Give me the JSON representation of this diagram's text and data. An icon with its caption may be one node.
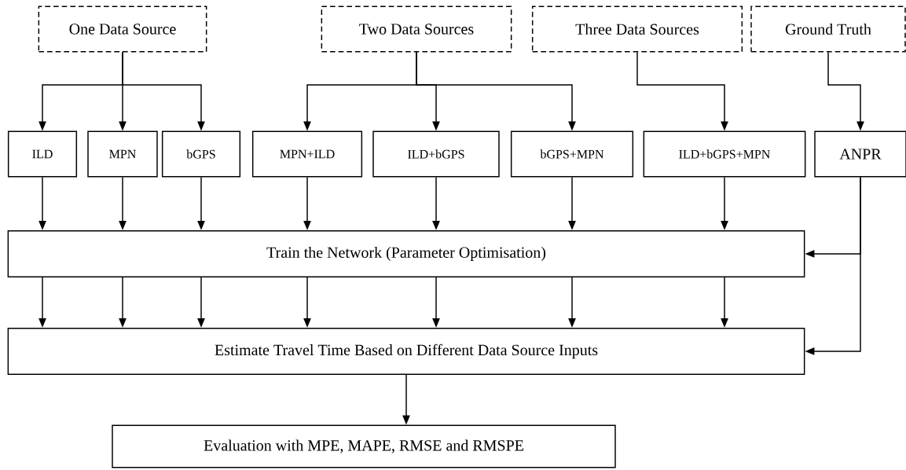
{
  "diagram": {
    "nodes": [
      {
        "text": [
          "One Data Source"
        ]
      },
      {
        "text": [
          "Two Data Sources"
        ]
      },
      {
        "text": [
          "Three Data Sources"
        ]
      },
      {
        "text": [
          "Ground Truth"
        ]
      },
      {
        "text": [
          "ILD"
        ]
      },
      {
        "text": [
          "MPN"
        ]
      },
      {
        "text": [
          "bGPS"
        ]
      },
      {
        "text": [
          "MPN+ILD"
        ]
      },
      {
        "text": [
          "ILD+bGPS"
        ]
      },
      {
        "text": [
          "bGPS+MPN"
        ]
      },
      {
        "text": [
          "ILD+bGPS+MPN"
        ]
      },
      {
        "text": [
          "ANPR"
        ]
      },
      {
        "text": [
          "Train the Network (Parameter Optimisation)"
        ]
      },
      {
        "text": [
          "Estimate Travel Time Based on Different Data Source Inputs"
        ]
      },
      {
        "text": [
          "Evaluation with MPE, MAPE, RMSE and RMSPE"
        ]
      }
    ],
    "edges": [
      {
        "from": 0,
        "to": 4,
        "arrow": "to"
      },
      {
        "from": 0,
        "to": 5,
        "arrow": "to"
      },
      {
        "from": 0,
        "to": 6,
        "arrow": "to"
      },
      {
        "from": 1,
        "to": 7,
        "arrow": "to"
      },
      {
        "from": 1,
        "to": 8,
        "arrow": "to"
      },
      {
        "from": 1,
        "to": 9,
        "arrow": "to"
      },
      {
        "from": 2,
        "to": 10,
        "arrow": "to"
      },
      {
        "from": 3,
        "to": 11,
        "arrow": "to"
      },
      {
        "from": 4,
        "to": 12,
        "arrow": "to"
      },
      {
        "from": 5,
        "to": 12,
        "arrow": "to"
      },
      {
        "from": 6,
        "to": 12,
        "arrow": "to"
      },
      {
        "from": 7,
        "to": 12,
        "arrow": "to"
      },
      {
        "from": 8,
        "to": 12,
        "arrow": "to"
      },
      {
        "from": 9,
        "to": 12,
        "arrow": "to"
      },
      {
        "from": 10,
        "to": 12,
        "arrow": "to"
      },
      {
        "from": 12,
        "to": 13,
        "arrow": "to"
      },
      {
        "from": 12,
        "to": 13,
        "arrow": "to"
      },
      {
        "from": 12,
        "to": 13,
        "arrow": "to"
      },
      {
        "from": 12,
        "to": 13,
        "arrow": "to"
      },
      {
        "from": 12,
        "to": 13,
        "arrow": "to"
      },
      {
        "from": 12,
        "to": 13,
        "arrow": "to"
      },
      {
        "from": 12,
        "to": 13,
        "arrow": "to"
      },
      {
        "from": 11,
        "to": 12,
        "arrow": "to"
      },
      {
        "from": 11,
        "to": 13,
        "arrow": "to"
      },
      {
        "from": 13,
        "to": 14,
        "arrow": "to"
      }
    ]
  }
}
